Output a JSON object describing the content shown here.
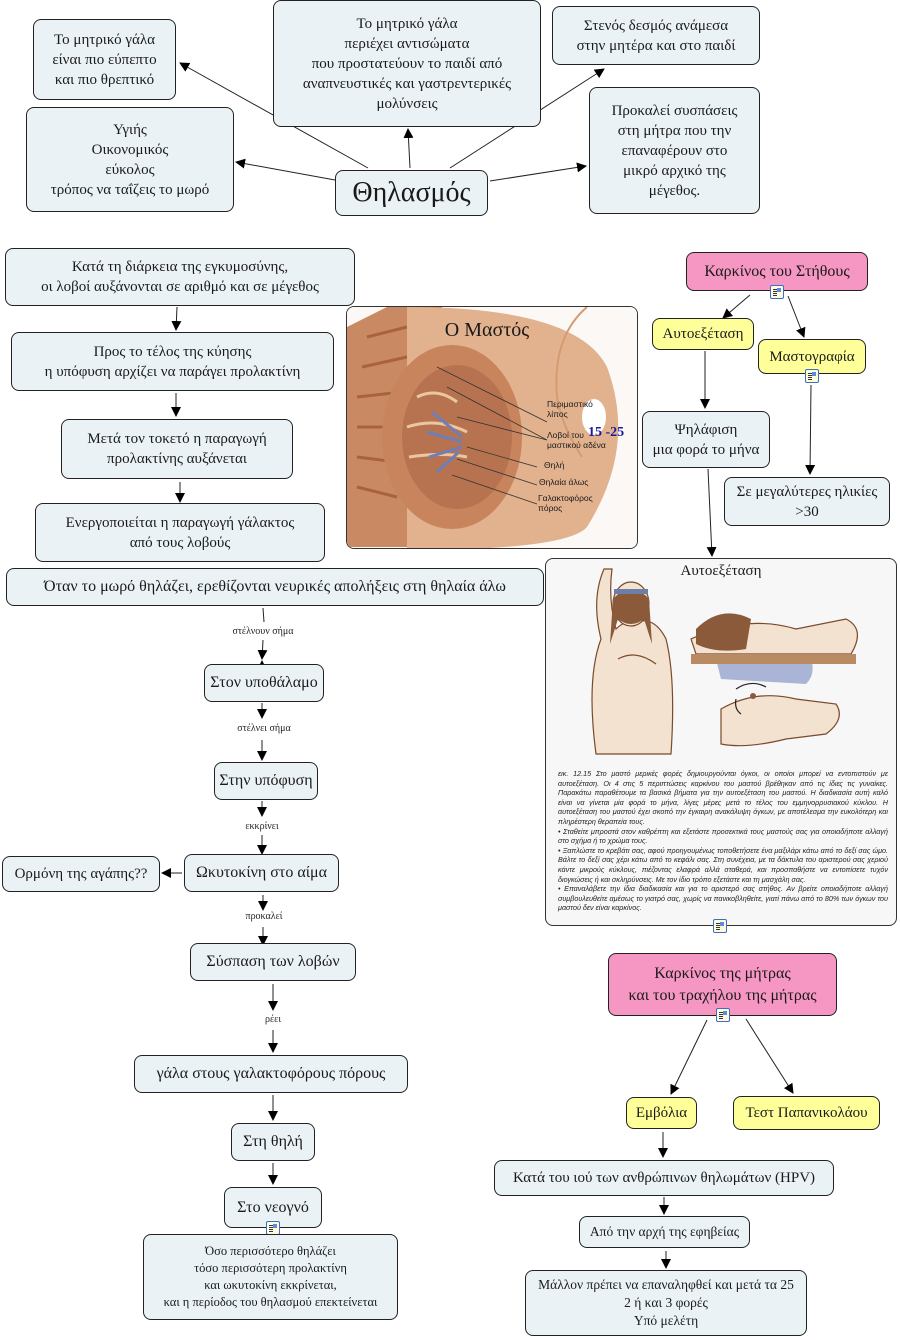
{
  "breastfeeding": {
    "center": "Θηλασμός",
    "digestible": [
      "Το μητρικό γάλα",
      "είναι πιο εύπεπτο",
      "και πιο θρεπτικό"
    ],
    "antibodies": [
      "Το μητρικό γάλα",
      "περιέχει αντισώματα",
      "που προστατεύουν το παιδί από",
      "αναπνευστικές και γαστρεντερικές",
      "μολύνσεις"
    ],
    "bond": [
      "Στενός δεσμός ανάμεσα",
      "στην μητέρα και στο παιδί"
    ],
    "healthy": [
      "Υγιής",
      "Οικονομικός",
      "εύκολος",
      "τρόπος να ταΐζεις το μωρό"
    ],
    "contractions": [
      "Προκαλεί συσπάσεις",
      "στη μήτρα που την",
      "επαναφέρουν στο",
      "μικρό αρχικό της",
      "μέγεθος."
    ]
  },
  "lactation": {
    "pregnancy": [
      "Κατά τη διάρκεια της εγκυμοσύνης,",
      "οι λοβοί αυξάνονται σε αριθμό και σε μέγεθος"
    ],
    "late_pregnancy": [
      "Προς το τέλος της κύησης",
      "η υπόφυση αρχίζει να παράγει προλακτίνη"
    ],
    "after_birth": [
      "Μετά τον τοκετό η παραγωγή",
      "προλακτίνης αυξάνεται"
    ],
    "activation": [
      "Ενεργοποιείται η παραγωγή γάλακτος",
      "από τους λοβούς"
    ],
    "suckling": "Όταν το μωρό θηλάζει, ερεθίζονται νευρικές απολήξεις στη θηλαία άλω",
    "link_send_signal_plural": "στέλνουν σήμα",
    "hypothalamus": "Στον υποθάλαμο",
    "link_send_signal": "στέλνει σήμα",
    "pituitary": "Στην υπόφυση",
    "link_secretes": "εκκρίνει",
    "oxytocin": "Ωκυτοκίνη στο αίμα",
    "love_hormone": "Ορμόνη της αγάπης??",
    "link_causes": "προκαλεί",
    "lobe_contraction": "Σύσπαση των λοβών",
    "link_flows": "ρέει",
    "milk_ducts": "γάλα στους γαλακτοφόρους πόρους",
    "nipple": "Στη θηλή",
    "newborn": "Στο νεογνό",
    "more_suckling": [
      "Όσο περισσότερο θηλάζει",
      "τόσο περισσότερη προλακτίνη",
      "και ωκυτοκίνη εκκρίνεται,",
      "και η περίοδος του θηλασμού επεκτείνεται"
    ]
  },
  "breast_image": {
    "title": "Ο Μαστός",
    "lobes_count": "15 -25",
    "labels": [
      "Περιμαστικό",
      "λίπος",
      "Λοβοί του",
      "μαστικού αδένα",
      "Θηλή",
      "Θηλαία άλως",
      "Γαλακτοφόρος",
      "πόρος"
    ]
  },
  "breast_cancer": {
    "title": "Καρκίνος του Στήθους",
    "self_exam": "Αυτοεξέταση",
    "mammography": "Μαστογραφία",
    "palpation": [
      "Ψηλάφιση",
      "μια φορά το μήνα"
    ],
    "older_ages": [
      "Σε μεγαλύτερες ηλικίες",
      ">30"
    ],
    "self_exam_image": {
      "title": "Αυτοεξέταση",
      "caption": [
        "εικ. 12.15 Στο μαστό μερικές φορές δημιουργούνται όγκοι, οι οποίοι μπορεί να εντοπιστούν με αυτοεξέταση. Οι 4 στις 5 περιπτώσεις καρκίνου του μαστού βρέθηκαν από τις ίδιες τις γυναίκες. Παρακάτω παραθέτουμε τα βασικά βήματα για την αυτοεξέταση του μαστού. Η διαδικασία αυτή καλό είναι να γίνεται μία φορά το μήνα, λίγες μέρες μετά το τέλος του εμμηνορρυσιακού κύκλου. Η αυτοεξέταση του μαστού έχει σκοπό την έγκαιρη ανακάλυψη όγκων, με αποτέλεσμα την ευκολότερη και πληρέστερη θεραπεία τους.",
        "• Σταθείτε μπροστά στον καθρέπτη και εξετάστε προσεκτικά τους μαστούς σας για οποιαδήποτε αλλαγή στο σχήμα ή το χρώμα τους.",
        "• Ξαπλώστε το κρεβάτι σας, αφού προηγουμένως τοποθετήσετε ένα μαξιλάρι κάτω από το δεξί σας ώμο. Βάλτε το δεξί σας χέρι κάτω από το κεφάλι σας. Στη συνέχεια, με τα δάκτυλα του αριστερού σας χεριού κάντε μικρούς κύκλους, πιέζοντας ελαφρά αλλά σταθερά, και προσπαθήστε να εντοπίσετε τυχόν διογκώσεις ή και σκληρύνσεις. Με τον ίδιο τρόπο εξετάστε και τη μασχάλη σας.",
        "• Επαναλάβετε την ίδια διαδικασία και για το αριστερό σας στήθος. Αν βρείτε οποιαδήποτε αλλαγή συμβουλευθείτε αμέσως το γιατρό σας, χωρίς να πανικοβληθείτε, γιατί πάνω από το 80% των όγκων του μαστού δεν είναι καρκίνος."
      ]
    }
  },
  "cervical_cancer": {
    "title": [
      "Καρκίνος της μήτρας",
      "και του τραχήλου της μήτρας"
    ],
    "vaccines": "Εμβόλια",
    "pap_test": "Τεστ Παπανικολάου",
    "hpv": "Κατά του ιού των ανθρώπινων θηλωμάτων (HPV)",
    "puberty": "Από την αρχή της εφηβείας",
    "repeat": [
      "Μάλλον πρέπει να επαναληφθεί και μετά τα 25",
      "2 ή και 3 φορές",
      "Υπό μελέτη"
    ]
  },
  "colors": {
    "node_fill": "#ebf2f5",
    "pink_fill": "#f697c3",
    "yellow_fill": "#ffff99",
    "lobes_count_color": "#1a1aa0"
  }
}
